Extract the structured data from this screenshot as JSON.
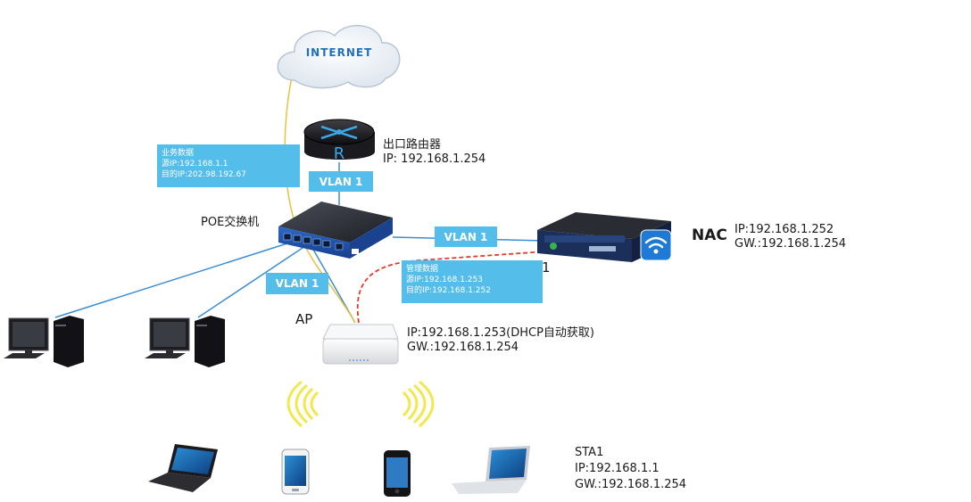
{
  "internet": {
    "label": "INTERNET"
  },
  "router": {
    "glyph": "R",
    "name": "出口路由器",
    "ip": "IP: 192.168.1.254"
  },
  "switch": {
    "name": "POE交换机"
  },
  "ap": {
    "name": "AP",
    "ip": "IP:192.168.1.253(DHCP自动获取)",
    "gw": "GW.:192.168.1.254"
  },
  "nac": {
    "name": "NAC",
    "ip": "IP:192.168.1.252",
    "gw": "GW.:192.168.1.254",
    "side_mark": "1"
  },
  "sta": {
    "name": "STA1",
    "ip": "IP:192.168.1.1",
    "gw": "GW.:192.168.1.254"
  },
  "vlans": {
    "router_link": "VLAN 1",
    "nac_link": "VLAN 1",
    "ap_link": "VLAN 1"
  },
  "business_flow": {
    "title": "业务数据",
    "src": "源IP:192.168.1.1",
    "dst": "目的IP:202.98.192.67"
  },
  "management_flow": {
    "title": "管理数据",
    "src": "源IP:192.168.1.253",
    "dst": "目的IP:192.168.1.252"
  },
  "colors": {
    "link": "#3a8fd4",
    "business_path": "#e8c23a",
    "management_path": "#e23a2a",
    "label_box": "#55bde9",
    "wifi_wave": "#f2e84a"
  },
  "icons": [
    "cloud-icon",
    "router-icon",
    "switch-icon",
    "nac-appliance-icon",
    "wifi-icon",
    "access-point-icon",
    "desktop-pc-icon",
    "laptop-icon",
    "smartphone-icon"
  ]
}
